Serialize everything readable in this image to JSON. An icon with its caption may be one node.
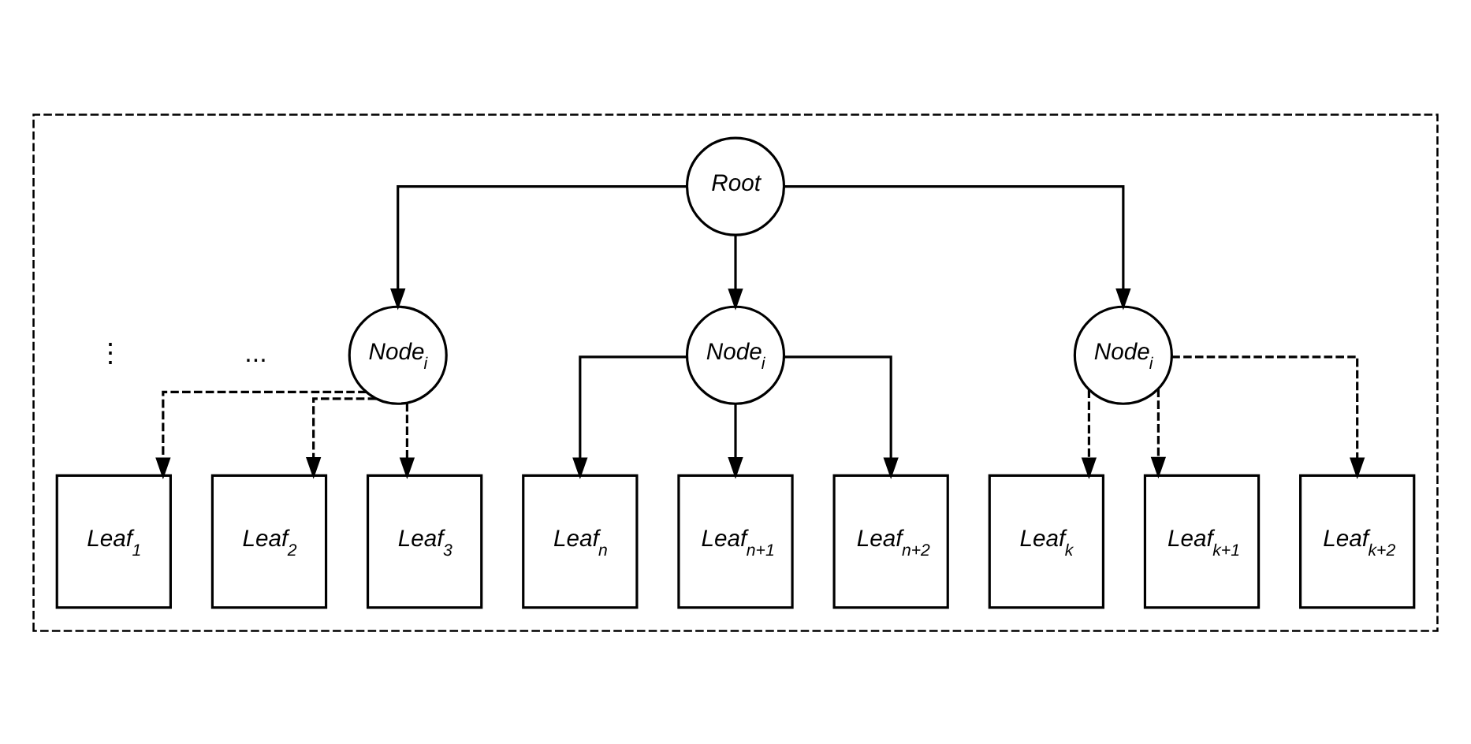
{
  "diagram": {
    "nodes": [
      {
        "text": [],
        "shape": "box"
      },
      {
        "text": [
          "Root"
        ],
        "in": 0
      },
      {
        "text": [
          "Node$_{i}$"
        ],
        "in": 0
      },
      {
        "text": [
          "Node$_{i}$"
        ],
        "in": 0
      },
      {
        "text": [
          "Node$_{i}$"
        ],
        "in": 0
      },
      {
        "text": [
          "Leaf$_{1}$"
        ],
        "in": 0
      },
      {
        "text": [
          "Leaf$_{2}$"
        ],
        "in": 0
      },
      {
        "text": [
          "Leaf$_{3}$"
        ],
        "in": 0
      },
      {
        "text": [
          "Leaf$_{n}$"
        ],
        "in": 0
      },
      {
        "text": [
          "Leaf$_{n+1}$"
        ],
        "in": 0
      },
      {
        "text": [
          "Leaf$_{n+2}$"
        ],
        "in": 0
      },
      {
        "text": [
          "Leaf$_{k}$"
        ],
        "in": 0
      },
      {
        "text": [
          "Leaf$_{k+1}$"
        ],
        "in": 0
      },
      {
        "text": [
          "Leaf$_{k+2}$"
        ],
        "in": 0
      }
    ],
    "edges": [
      {
        "from": 1,
        "to": 2,
        "arrow": "to"
      },
      {
        "from": 1,
        "to": 3,
        "arrow": "to"
      },
      {
        "from": 1,
        "to": 4,
        "arrow": "to"
      },
      {
        "from": 2,
        "to": 5,
        "arrow": "to",
        "style": "dashed"
      },
      {
        "from": 2,
        "to": 6,
        "arrow": "to",
        "style": "dashed"
      },
      {
        "from": 2,
        "to": 7,
        "arrow": "to",
        "style": "dashed"
      },
      {
        "from": 3,
        "to": 8,
        "arrow": "to"
      },
      {
        "from": 3,
        "to": 9,
        "arrow": "to"
      },
      {
        "from": 3,
        "to": 10,
        "arrow": "to"
      },
      {
        "from": 4,
        "to": 11,
        "arrow": "to",
        "style": "dashed"
      },
      {
        "from": 4,
        "to": 12,
        "arrow": "to",
        "style": "dashed"
      },
      {
        "from": 4,
        "to": 13,
        "arrow": "to",
        "style": "dashed"
      }
    ],
    "labels": [
      "...",
      "⋮"
    ]
  }
}
